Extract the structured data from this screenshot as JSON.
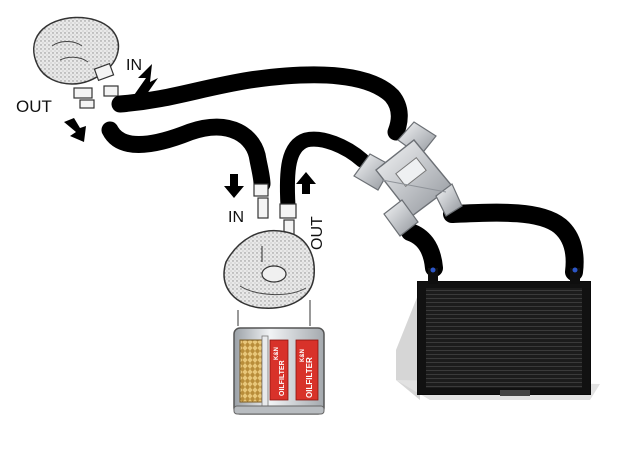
{
  "labels": {
    "top_in": "IN",
    "top_out": "OUT",
    "filter_in": "IN",
    "filter_out": "OUT"
  },
  "filter": {
    "brand_left": "K&N",
    "text_left": "OILFILTER",
    "brand_right": "K&N",
    "text_right": "OILFILTER"
  },
  "colors": {
    "hose": "#000000",
    "cooler": "#1c1c1c",
    "cooler_fin": "#3a3a3a",
    "filter_red": "#d8322a",
    "filter_silver": "#cfd2d6",
    "adapter": "#c7c9cc",
    "sketch": "#555555"
  }
}
